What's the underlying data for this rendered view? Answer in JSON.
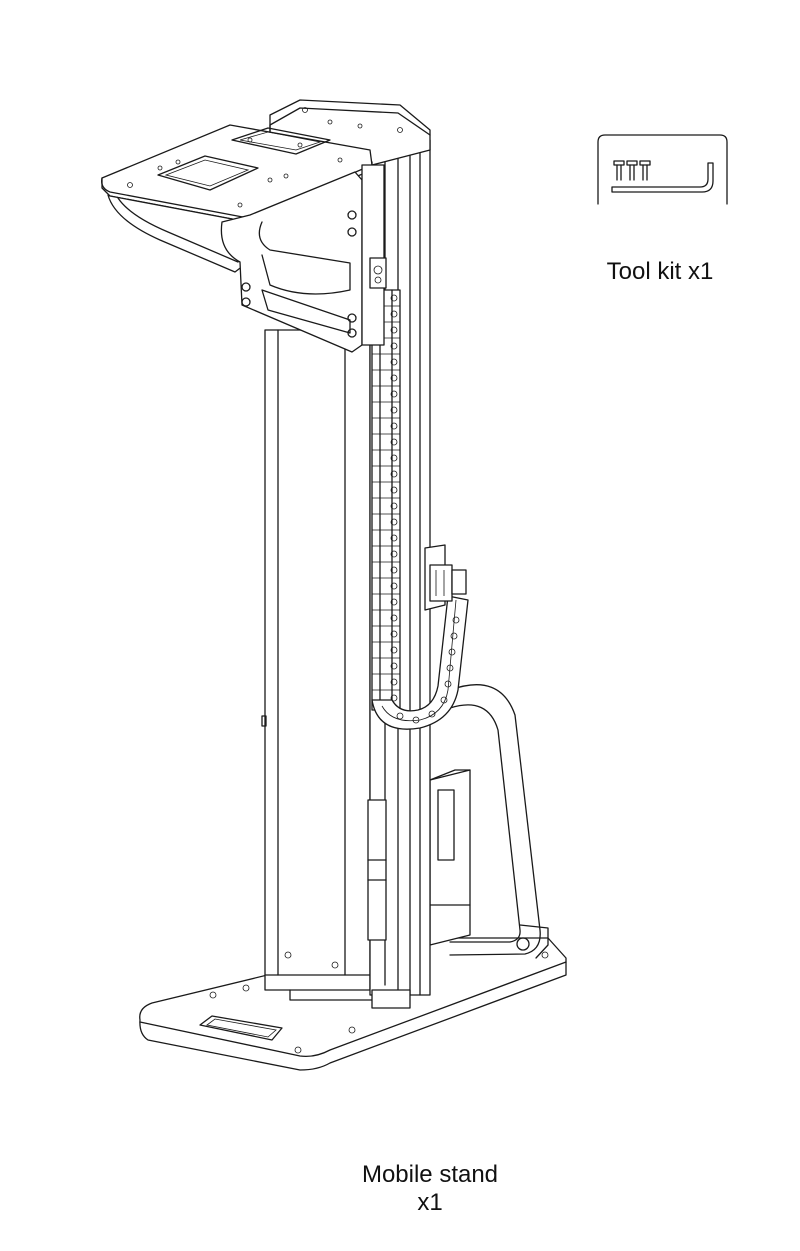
{
  "items": [
    {
      "id": "toolkit",
      "label": "Tool kit x1"
    },
    {
      "id": "stand",
      "label_line1": "Mobile stand",
      "label_line2": "x1"
    }
  ]
}
